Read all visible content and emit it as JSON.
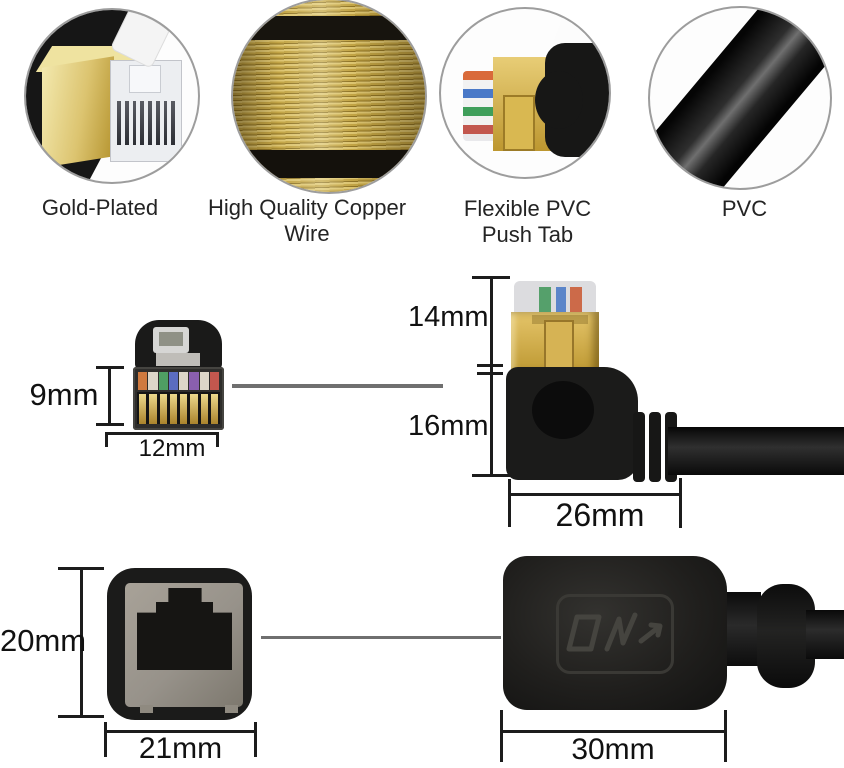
{
  "title": "Ethernet cable product feature and dimension infographic",
  "features": {
    "items": [
      {
        "name": "gold-plated",
        "label": "Gold-Plated",
        "icon": "gold-plated-connector-photo"
      },
      {
        "name": "copper-wire",
        "label": "High Quality Copper Wire",
        "icon": "copper-wire-coil-photo"
      },
      {
        "name": "push-tab",
        "label": "Flexible PVC",
        "label_line2": "Push Tab",
        "icon": "push-tab-connector-photo"
      },
      {
        "name": "pvc",
        "label": "PVC",
        "icon": "black-pvc-cable-photo"
      }
    ]
  },
  "dimensions": {
    "male_front_height": "9mm",
    "male_front_width": "12mm",
    "male_side_plug_height": "14mm",
    "male_side_body_height": "16mm",
    "male_side_width": "26mm",
    "female_front_height": "20mm",
    "female_front_width": "21mm",
    "female_side_width": "30mm"
  },
  "colors": {
    "background": "#ffffff",
    "measure_line": "#1c1c1c",
    "pointer_line": "#6f6f6f",
    "gold": "#cfa845",
    "copper": "#d9c06a",
    "black_plastic": "#1a1a1a",
    "label_text": "#242424"
  }
}
